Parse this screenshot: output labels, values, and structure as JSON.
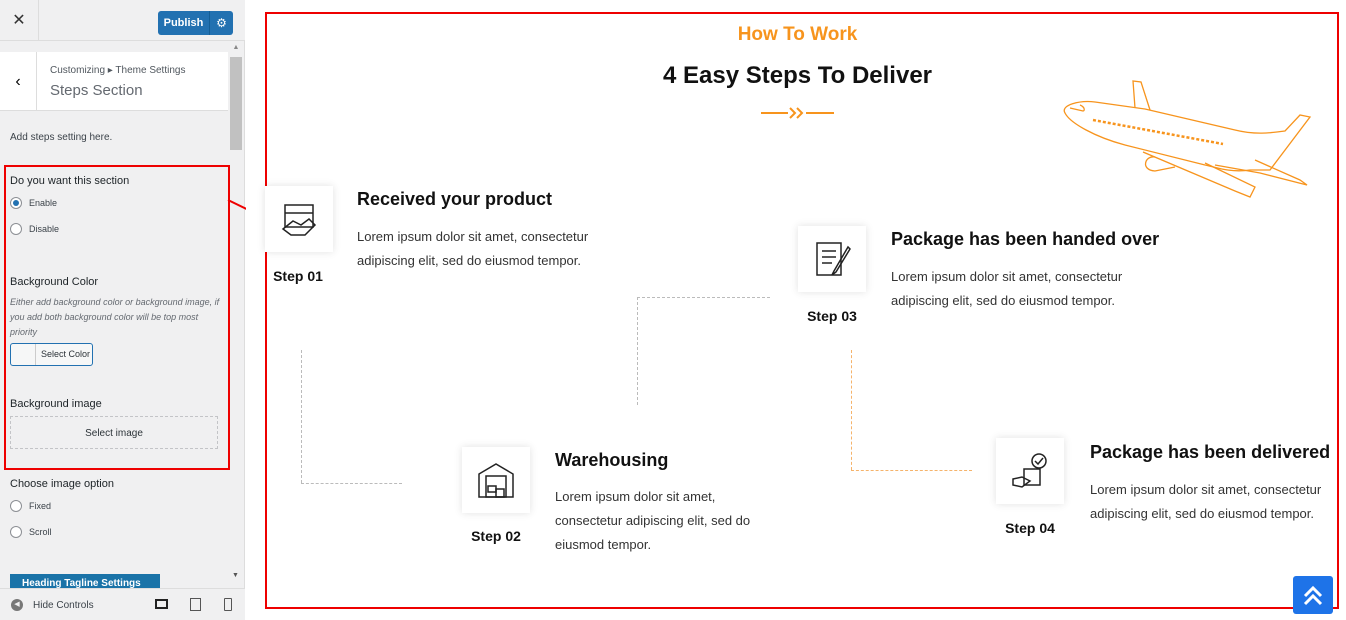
{
  "sidebar": {
    "publish_label": "Publish",
    "breadcrumb": "Customizing ▸ Theme Settings",
    "section_title": "Steps Section",
    "intro": "Add steps setting here.",
    "section_toggle": {
      "label": "Do you want this section",
      "options": [
        "Enable",
        "Disable"
      ],
      "selected": "Enable"
    },
    "bg_color": {
      "label": "Background Color",
      "description": "Either add background color or background image, if you add both background color will be top most priority",
      "button": "Select Color"
    },
    "bg_image": {
      "label": "Background image",
      "button": "Select image"
    },
    "image_option": {
      "label": "Choose image option",
      "options": [
        "Fixed",
        "Scroll"
      ]
    },
    "heading_button": "Heading Tagline Settings",
    "hide_controls": "Hide Controls"
  },
  "preview": {
    "tagline": "How To Work",
    "title": "4 Easy Steps To Deliver",
    "steps": [
      {
        "label": "Step 01",
        "title": "Received your product",
        "text": "Lorem ipsum dolor sit amet, consectetur adipiscing elit, sed do eiusmod tempor."
      },
      {
        "label": "Step 02",
        "title": "Warehousing",
        "text": "Lorem ipsum dolor sit amet, consectetur adipiscing elit, sed do eiusmod tempor."
      },
      {
        "label": "Step 03",
        "title": "Package has been handed over",
        "text": "Lorem ipsum dolor sit amet, consectetur adipiscing elit, sed do eiusmod tempor."
      },
      {
        "label": "Step 04",
        "title": "Package has been delivered",
        "text": "Lorem ipsum dolor sit amet, consectetur adipiscing elit, sed do eiusmod tempor."
      }
    ]
  },
  "colors": {
    "accent": "#f7941d",
    "primary": "#2271b1",
    "highlight": "#e00000"
  }
}
